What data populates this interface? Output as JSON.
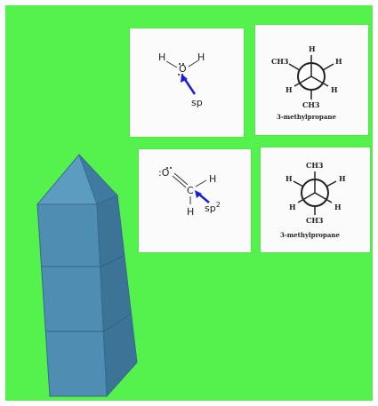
{
  "colors": {
    "background": "#55f24d",
    "card": "#fbfbfb",
    "prism_front": "#4f8eb2",
    "prism_side": "#3c7498",
    "prism_top": "#5c9cc0",
    "arrow": "#1c1fd0"
  },
  "cards": {
    "water": {
      "h_left": "H",
      "o": "O",
      "h_right": "H",
      "hybrid": "sp"
    },
    "formaldehyde": {
      "o": ":O",
      "c": "C",
      "h_top": "H",
      "h_bottom": "H",
      "hybrid": "sp",
      "hybrid_sup": "2"
    },
    "newman_top": {
      "left": "CH3",
      "top": "H",
      "right_top": "H",
      "left_bottom": "H",
      "right_bottom": "H",
      "bottom": "CH3",
      "caption": "3-methylpropane"
    },
    "newman_bottom": {
      "top": "CH3",
      "left_top": "H",
      "right_top": "H",
      "left_bottom": "H",
      "right_bottom": "H",
      "bottom": "CH3",
      "caption": "3-methylpropane"
    }
  }
}
